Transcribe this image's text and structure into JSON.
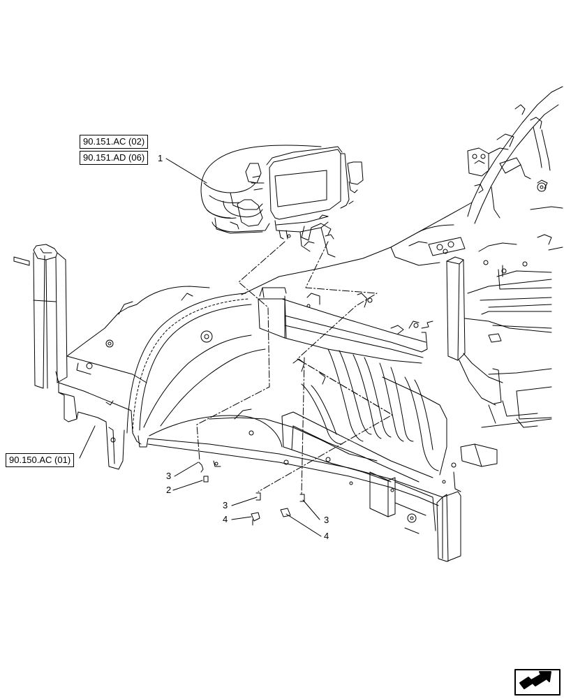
{
  "references": {
    "seat_ref_1": "90.151.AC (02)",
    "seat_ref_2": "90.151.AD (06)",
    "frame_ref": "90.150.AC (01)"
  },
  "callouts": {
    "seat": "1",
    "bolt_a": "2",
    "washer_left_top": "3",
    "washer_center": "3",
    "washer_right": "3",
    "screw_center": "4",
    "screw_right": "4"
  },
  "icons": {
    "navigation": "next-page-arrow-icon"
  },
  "colors": {
    "line": "#000000",
    "background": "#ffffff"
  }
}
